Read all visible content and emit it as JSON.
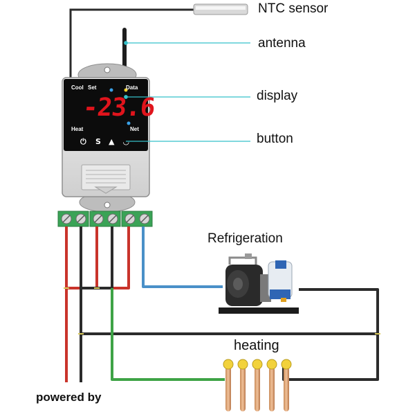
{
  "labels": {
    "ntc_sensor": "NTC sensor",
    "antenna": "antenna",
    "display": "display",
    "button": "button",
    "refrigeration": "Refrigeration",
    "heating": "heating",
    "powered_by": "powered by"
  },
  "device": {
    "indicators": {
      "cool": "Cool",
      "set": "Set",
      "data": "Data",
      "heat": "Heat",
      "net": "Net"
    },
    "temperature": "-23.6",
    "button_icons": [
      "power-icon",
      "set-icon",
      "up-arrow-icon",
      "wifi-icon"
    ]
  },
  "colors": {
    "wire_red": "#c9342b",
    "wire_black": "#2b2b2b",
    "wire_green": "#3ea346",
    "wire_blue": "#4a90c8",
    "callout_line": "#35c0c9",
    "led_red": "#e0141c",
    "terminal_green": "#3aa356"
  }
}
